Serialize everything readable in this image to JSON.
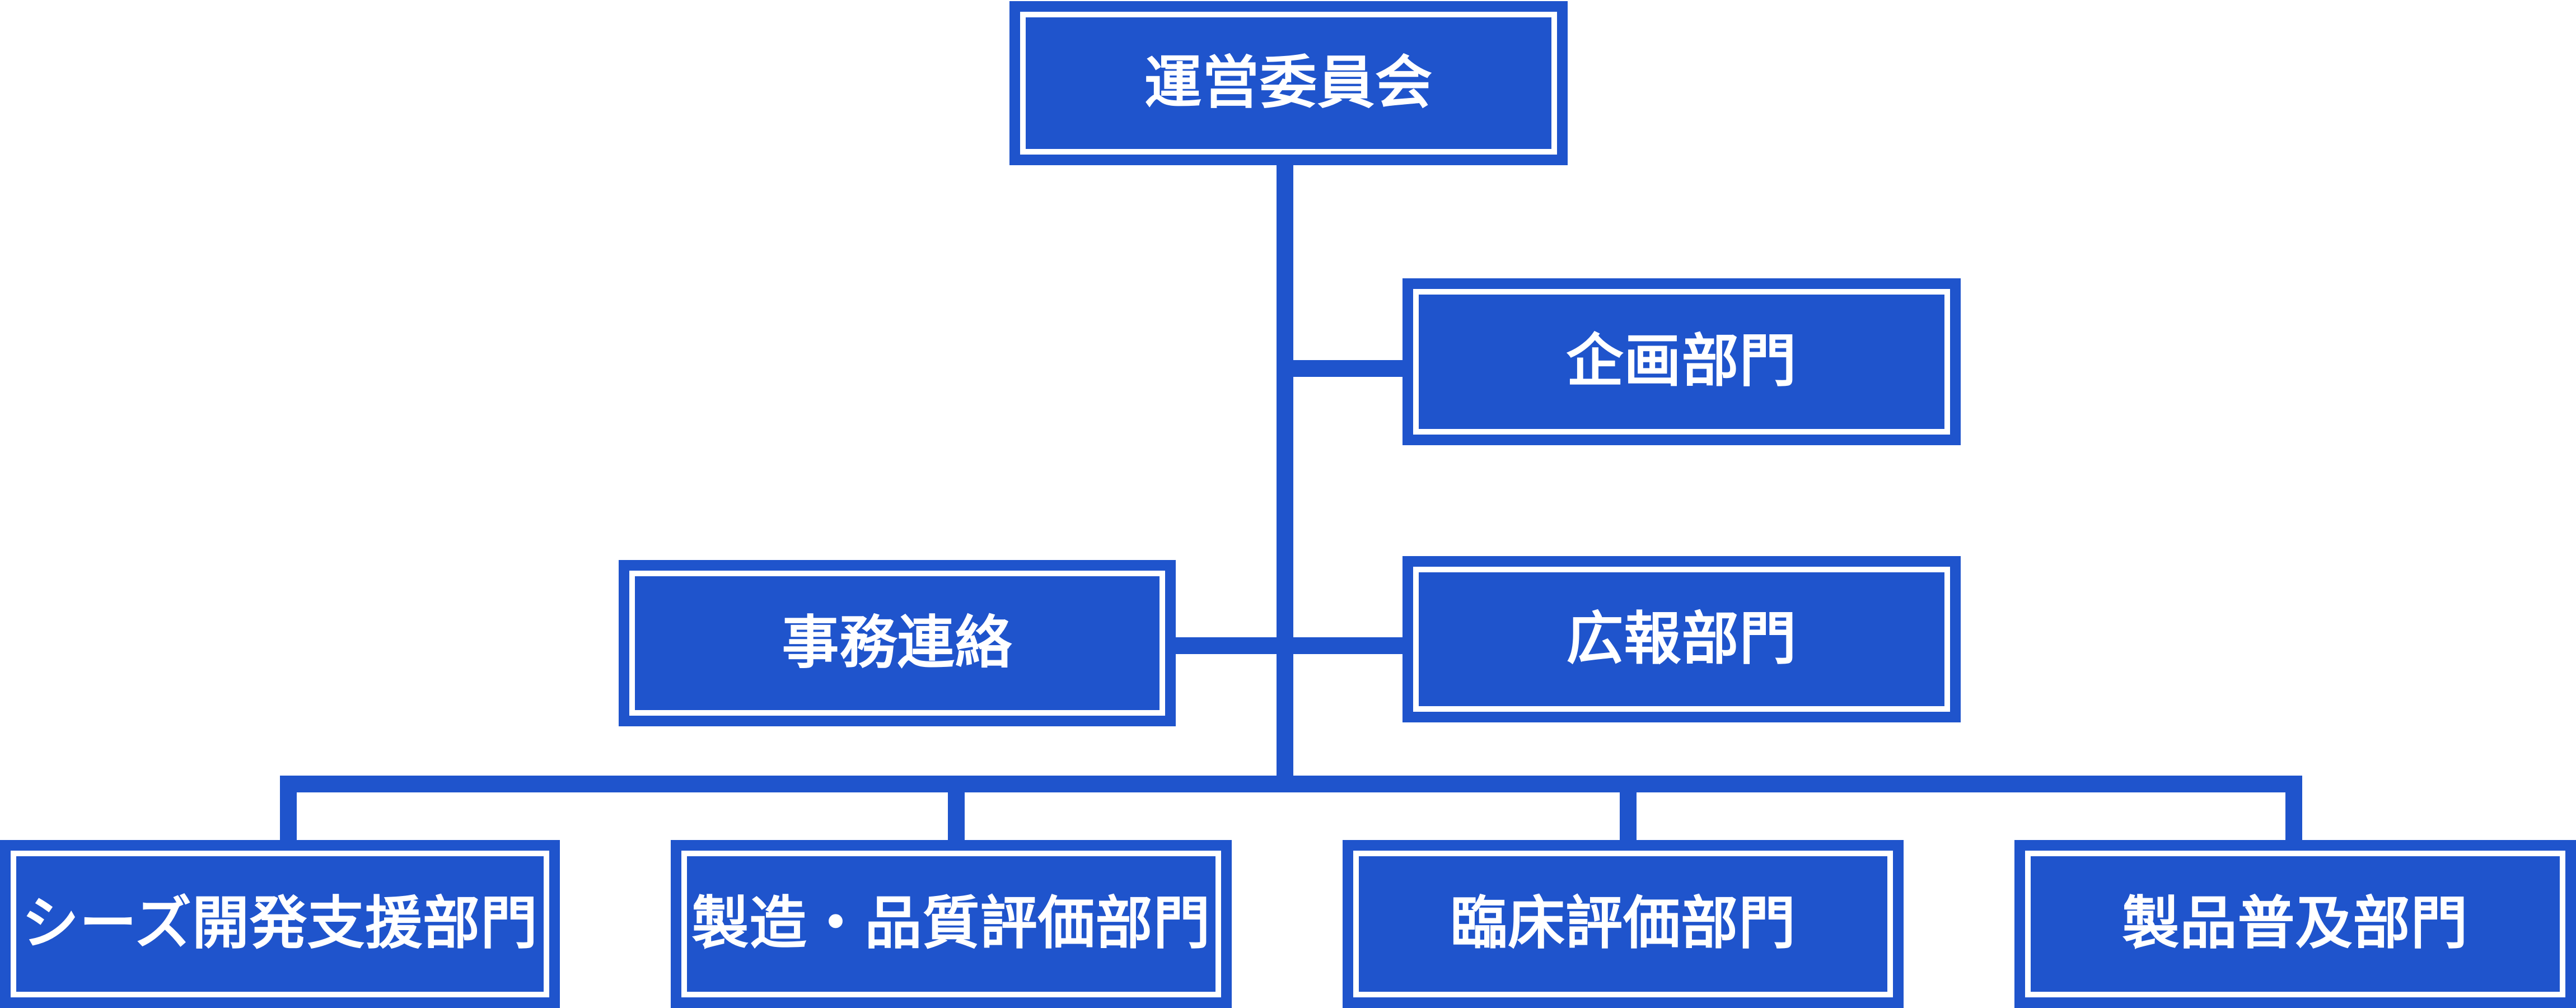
{
  "org_chart": {
    "root": {
      "label": "運営委員会"
    },
    "side_units": [
      {
        "label": "企画部門"
      },
      {
        "label": "事務連絡"
      },
      {
        "label": "広報部門"
      }
    ],
    "departments": [
      {
        "label": "シーズ開発支援部門"
      },
      {
        "label": "製造・品質評価部門"
      },
      {
        "label": "臨床評価部門"
      },
      {
        "label": "製品普及部門"
      }
    ]
  },
  "colors": {
    "box_fill": "#1f54cc",
    "box_inner_border": "#ffffff",
    "connector": "#1f54cc",
    "text": "#ffffff"
  }
}
